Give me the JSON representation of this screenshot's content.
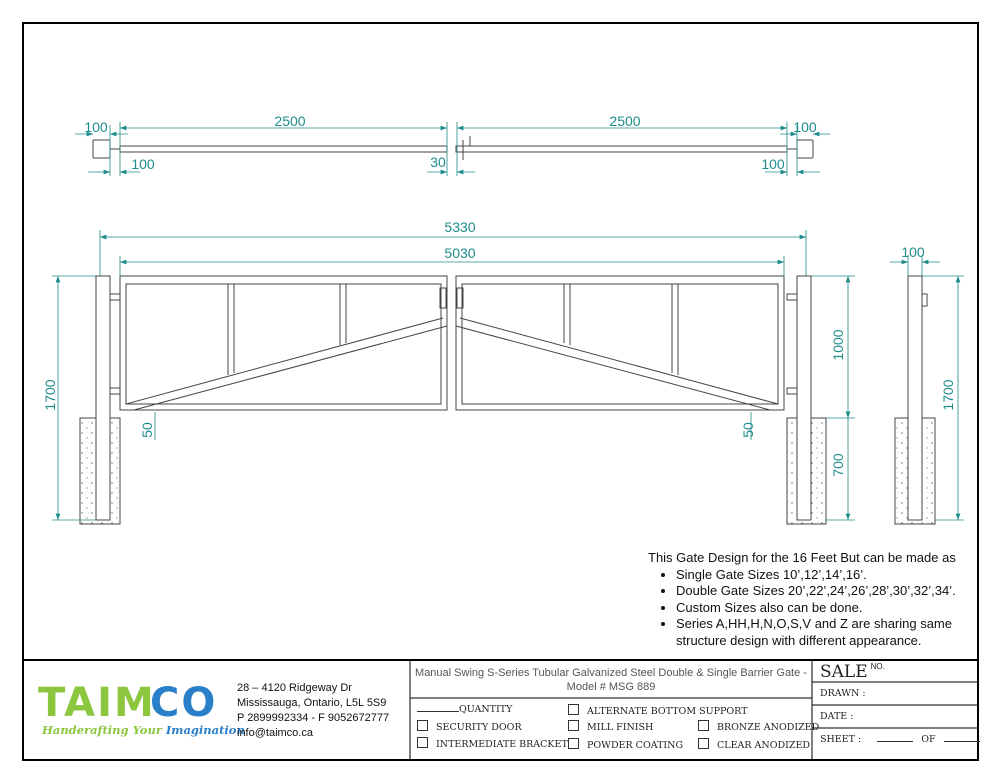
{
  "drawing": {
    "top_view_dims": {
      "left_post": "100",
      "left_leaf": "2500",
      "right_leaf": "2500",
      "right_post": "100",
      "left_gap": "100",
      "center_gap": "30",
      "right_gap": "100"
    },
    "front_view_dims": {
      "overall": "5330",
      "gate": "5030",
      "height_left": "1700",
      "clearance_left": "50",
      "clearance_right": "50",
      "above_ground": "1000",
      "below_ground": "700"
    },
    "side_view_dims": {
      "post_width": "100",
      "height": "1700"
    },
    "dim_color": "#1f8c8c"
  },
  "notes": {
    "intro": "This Gate Design for the 16 Feet But can be made as",
    "items": [
      "Single Gate Sizes 10’,12’,14’,16’.",
      "Double Gate Sizes 20’,22’,24’,26’,28’,30’,32’,34’.",
      "Custom Sizes also can be done.",
      "Series A,HH,H,N,O,S,V and Z are sharing same structure design with different appearance."
    ]
  },
  "company": {
    "logo_text": "TAIMCO",
    "tagline": "Handerafting Your Imagination",
    "address1": "28 – 4120 Ridgeway Dr",
    "address2": "Mississauga, Ontario, L5L 5S9",
    "phone": "P 2899992334 - F 9052672777",
    "email": "info@taimco.ca",
    "brand_green": "#8cc63f",
    "brand_blue": "#2a7fc9"
  },
  "title_block": {
    "title": "Manual Swing S-Series Tubular Galvanized Steel Double & Single Barrier Gate - Model # MSG 889",
    "quantity": "QUANTITY",
    "options": [
      "ALTERNATE BOTTOM SUPPORT",
      "SECURITY DOOR",
      "MILL FINISH",
      "BRONZE ANODIZED",
      "INTERMEDIATE BRACKET",
      "POWDER COATING",
      "CLEAR ANODIZED"
    ],
    "sale": "SALE",
    "sale_no": "NO.",
    "drawn": "DRAWN :",
    "date": "DATE :",
    "sheet": "SHEET :",
    "of": "OF"
  }
}
